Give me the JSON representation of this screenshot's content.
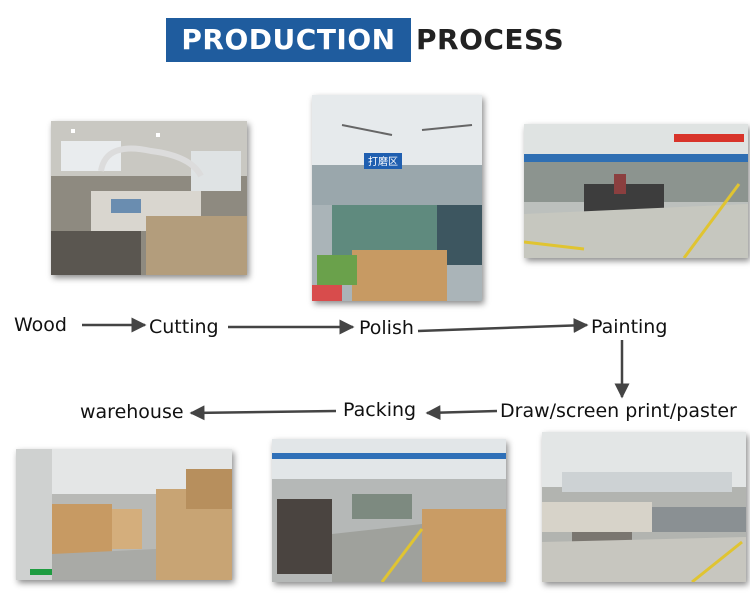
{
  "header": {
    "highlight": "PRODUCTION",
    "rest": "PROCESS",
    "highlight_bg": "#1f5c9e"
  },
  "process": {
    "steps": [
      "Wood",
      "Cutting",
      "Polish",
      "Painting",
      "Draw/screen print/paster",
      "Packing",
      "warehouse"
    ],
    "arrow_color": "#444444"
  },
  "photos": {
    "polish_sign": "打磨区"
  }
}
